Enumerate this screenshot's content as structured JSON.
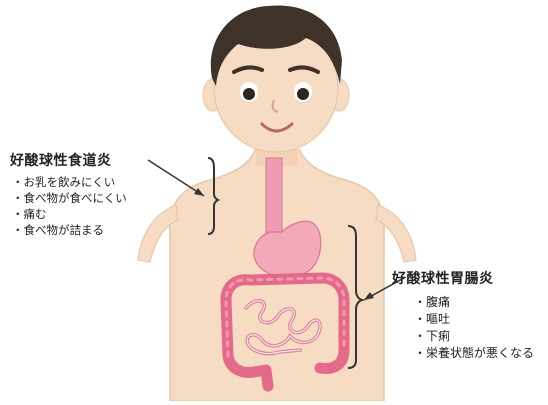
{
  "esophagitis": {
    "title": "好酸球性食道炎",
    "symptoms": [
      "お乳を飲みにくい",
      "食べ物が食べにくい",
      "痛む",
      "食べ物が詰まる"
    ]
  },
  "gastroenteritis": {
    "title": "好酸球性胃腸炎",
    "symptoms": [
      "腹痛",
      "嘔吐",
      "下痢",
      "栄養状態が悪くなる"
    ]
  },
  "colors": {
    "skin": "#f6dcc3",
    "skin_shadow": "#e9c6a6",
    "hair": "#3e3229",
    "esophagus": "#ee9bb4",
    "stomach": "#f3a9ba",
    "intestine": "#e56a8a",
    "bracket": "#333333"
  }
}
